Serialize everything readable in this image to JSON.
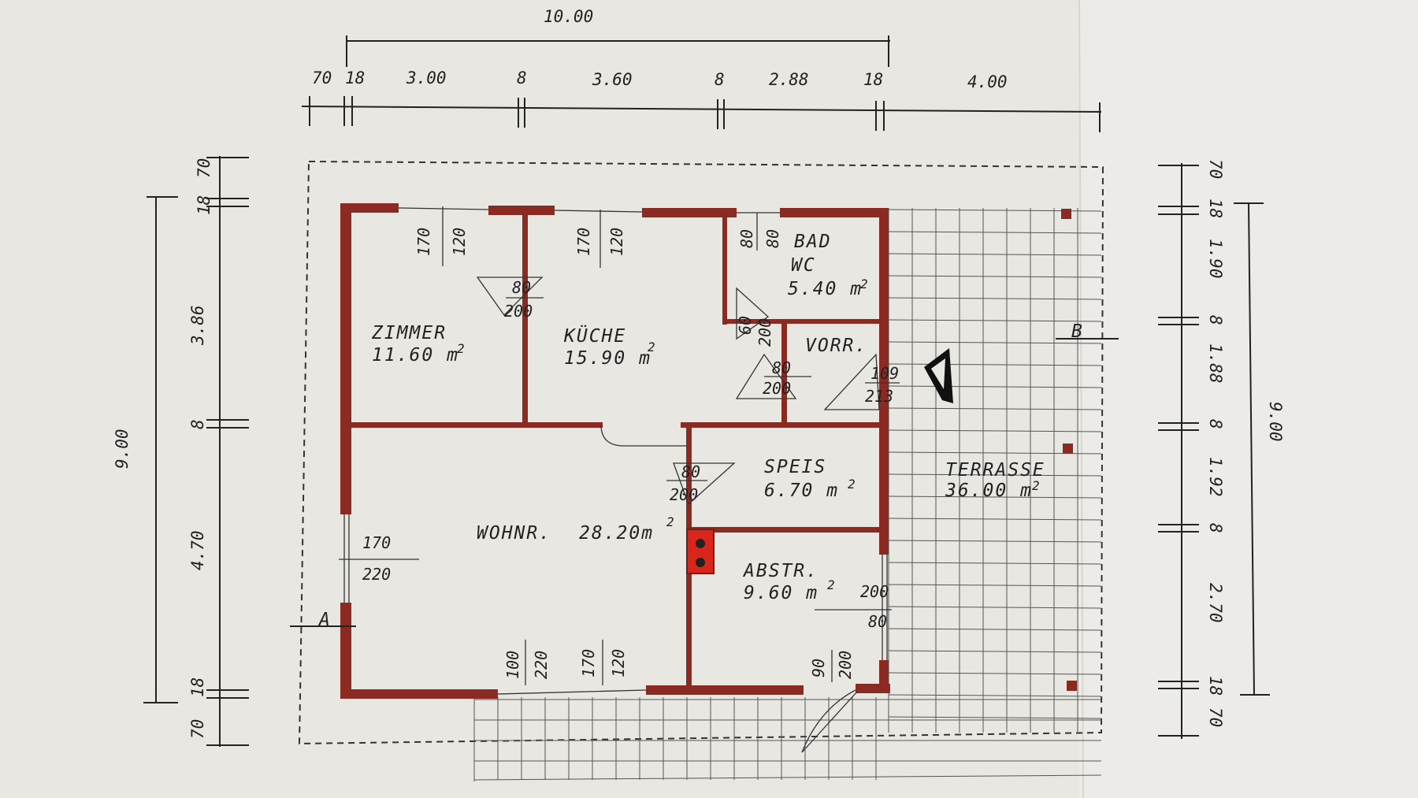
{
  "dimensions": {
    "overall_top": "10.00",
    "top_chain": [
      "70",
      "18",
      "3.00",
      "8",
      "3.60",
      "8",
      "2.88",
      "18",
      "4.00"
    ],
    "left_total": "9.00",
    "left_chain": [
      "70",
      "18",
      "3.86",
      "8",
      "4.70",
      "18",
      "70"
    ],
    "right_total": "9.00",
    "right_chain": [
      "70",
      "18",
      "1.90",
      "8",
      "1.88",
      "8",
      "1.92",
      "8",
      "2.70",
      "18",
      "70"
    ]
  },
  "rooms": {
    "zimmer": {
      "name": "ZIMMER",
      "area": "11.60 m",
      "sup": "2"
    },
    "kueche": {
      "name": "KÜCHE",
      "area": "15.90 m",
      "sup": "2"
    },
    "bad": {
      "name": "BAD",
      "name2": "WC",
      "area": "5.40 m",
      "sup": "2"
    },
    "vorr": {
      "name": "VORR."
    },
    "speis": {
      "name": "SPEIS",
      "area": "6.70 m",
      "sup": "2"
    },
    "wohnr": {
      "name": "WOHNR.",
      "area": "28.20m",
      "sup": "2"
    },
    "abstr": {
      "name": "ABSTR.",
      "area": "9.60 m",
      "sup": "2"
    },
    "terrasse": {
      "name": "TERRASSE",
      "area": "36.00 m",
      "sup": "2"
    }
  },
  "openings": {
    "win_zimmer": [
      "170",
      "120"
    ],
    "win_kueche": [
      "170",
      "120"
    ],
    "win_bad": [
      "80",
      "80"
    ],
    "door_zimmer": [
      "80",
      "200"
    ],
    "door_bad": [
      "60",
      "200"
    ],
    "door_kueche": [
      "80",
      "200"
    ],
    "door_entry": [
      "109",
      "213"
    ],
    "door_speis": [
      "80",
      "200"
    ],
    "win_wohn_left": [
      "170",
      "220"
    ],
    "win_wohn_b1": [
      "100",
      "220"
    ],
    "win_wohn_b2": [
      "170",
      "120"
    ],
    "door_abstr_side": [
      "200",
      "80"
    ],
    "door_abstr_bottom": [
      "90",
      "200"
    ]
  },
  "section_marks": {
    "a": "A",
    "b": "B"
  },
  "colors": {
    "wall": "#8b2a22",
    "chimney": "#d9261c",
    "paper": "#e9e7e2",
    "ink": "#222222"
  }
}
